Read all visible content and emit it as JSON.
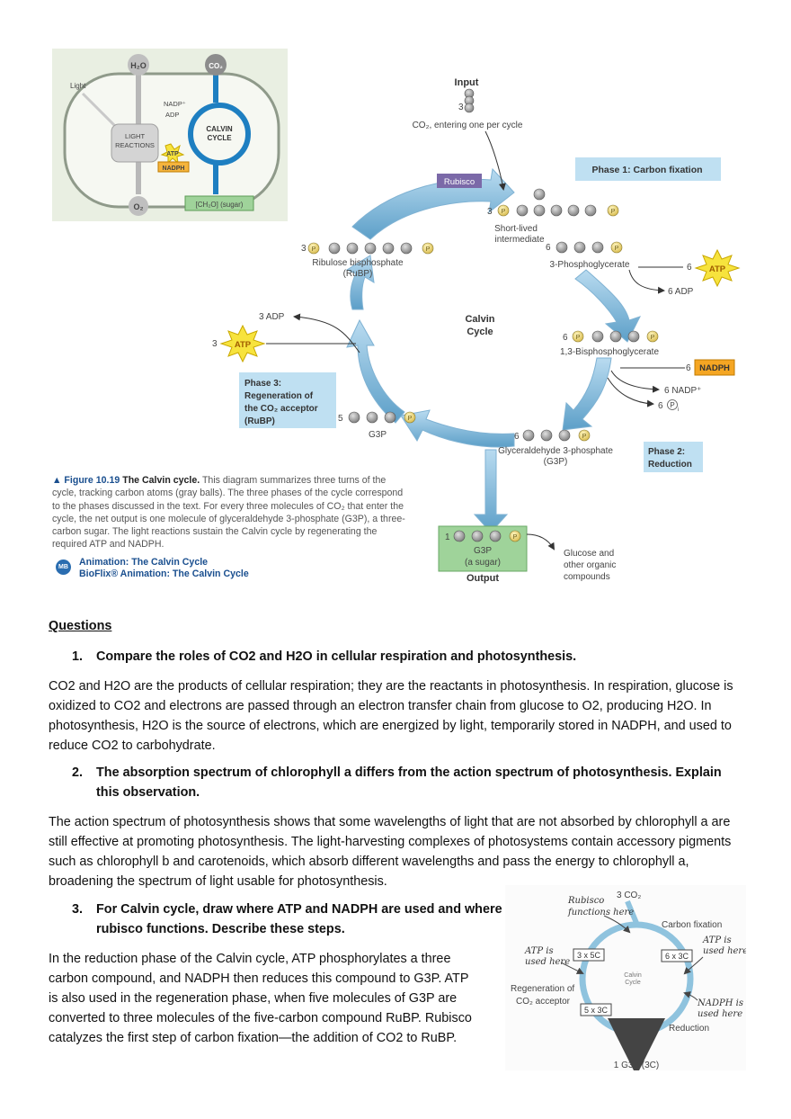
{
  "inset": {
    "h2o": "H₂O",
    "co2": "CO₂",
    "light": "Light",
    "nadp_plus": "NADP⁺",
    "adp": "ADP",
    "light_reactions": [
      "LIGHT",
      "REACTIONS"
    ],
    "calvin_cycle": [
      "CALVIN",
      "CYCLE"
    ],
    "atp": "ATP",
    "nadph": "NADPH",
    "o2": "O₂",
    "sugar": "[CH₂O] (sugar)"
  },
  "diagram": {
    "input_label": "Input",
    "input_count": "3",
    "co2_entering": "CO₂, entering one per cycle",
    "rubisco": "Rubisco",
    "phase1": "Phase 1: Carbon fixation",
    "short_lived_count": "3",
    "short_lived": [
      "Short-lived",
      "intermediate"
    ],
    "pga_count": "6",
    "pga": "3-Phosphoglycerate",
    "rubp_count": "3",
    "rubp": [
      "Ribulose bisphosphate",
      "(RuBP)"
    ],
    "atp_in_count": "6",
    "atp": "ATP",
    "adp_out": "6 ADP",
    "calvin_cycle": [
      "Calvin",
      "Cycle"
    ],
    "adp3": "3 ADP",
    "atp3_count": "3",
    "bpg_count": "6",
    "bpg": "1,3-Bisphosphoglycerate",
    "nadph_count": "6",
    "nadph": "NADPH",
    "nadp_out": "6 NADP⁺",
    "pi_count": "6",
    "pi": "P",
    "pi_sub": "i",
    "phase3": [
      "Phase 3:",
      "Regeneration of",
      "the CO₂ acceptor",
      "(RuBP)"
    ],
    "g3p_regen_count": "5",
    "g3p_regen": "G3P",
    "g3p_count": "6",
    "g3p": [
      "Glyceraldehyde 3-phosphate",
      "(G3P)"
    ],
    "phase2": [
      "Phase 2:",
      "Reduction"
    ],
    "output_count": "1",
    "output_g3p": [
      "G3P",
      "(a sugar)"
    ],
    "output_label": "Output",
    "glucose": [
      "Glucose and",
      "other organic",
      "compounds"
    ],
    "p_symbol": "P"
  },
  "caption": {
    "figure_number": "▲ Figure 10.19",
    "figure_title": "The Calvin cycle.",
    "text": "This diagram summarizes three turns of the cycle, tracking carbon atoms (gray balls). The three phases of the cycle correspond to the phases discussed in the text. For every three molecules of CO₂ that enter the cycle, the net output is one molecule of glyceraldehyde 3-phosphate (G3P), a three-carbon sugar. The light reactions sustain the Calvin cycle by regenerating the required ATP and NADPH.",
    "mb_icon": "MB",
    "link1": "Animation: The Calvin Cycle",
    "link2": "BioFlix® Animation: The Calvin Cycle"
  },
  "questions": {
    "heading": "Questions",
    "q1_num": "1.",
    "q1": "Compare the roles of CO2 and H2O in cellular respiration and photosynthesis.",
    "a1": "CO2 and H2O are the products of cellular respiration; they are the reactants in photosynthesis. In respiration, glucose is oxidized to CO2 and electrons are passed through an electron transfer chain from glucose to O2, producing H2O. In photosynthesis, H2O is the source of electrons, which are energized by light, temporarily stored in NADPH, and used to reduce CO2 to carbohydrate.",
    "q2_num": "2.",
    "q2": "The absorption spectrum of chlorophyll a differs from the action spectrum of photosynthesis. Explain this observation.",
    "a2": "The action spectrum of photosynthesis shows that some wavelengths of light that are not absorbed by chlorophyll a are still effective at promoting photosynthesis. The light-harvesting complexes of photosystems contain accessory pigments such as chlorophyll b and carotenoids, which absorb different wavelengths and pass the energy to chlorophyll a, broadening the spectrum of light usable for photosynthesis.",
    "q3_num": "3.",
    "q3": "For Calvin cycle, draw where ATP and NADPH are used and where rubisco functions. Describe these steps.",
    "a3": "In the reduction phase of the Calvin cycle, ATP phosphorylates a three carbon compound, and NADPH then reduces this compound to G3P. ATP is also used in the regeneration phase, when five molecules of G3P are converted to three molecules of the five-carbon compound RuBP. Rubisco catalyzes the first step of carbon fixation—the addition of CO2 to RuBP."
  },
  "sketch": {
    "co2": "3 CO₂",
    "rubisco": [
      "Rubisco",
      "functions here"
    ],
    "carbon_fixation": "Carbon fixation",
    "atp_right": [
      "ATP is",
      "used here"
    ],
    "atp_left": [
      "ATP is",
      "used here"
    ],
    "box_3x5c": "3 x 5C",
    "box_6x3c": "6 x 3C",
    "calvin": [
      "Calvin",
      "Cycle"
    ],
    "regen": [
      "Regeneration of",
      "CO₂ acceptor"
    ],
    "box_5x3c": "5 x 3C",
    "nadph": [
      "NADPH is",
      "used here"
    ],
    "reduction": "Reduction",
    "output": "1 G3P (3C)"
  }
}
